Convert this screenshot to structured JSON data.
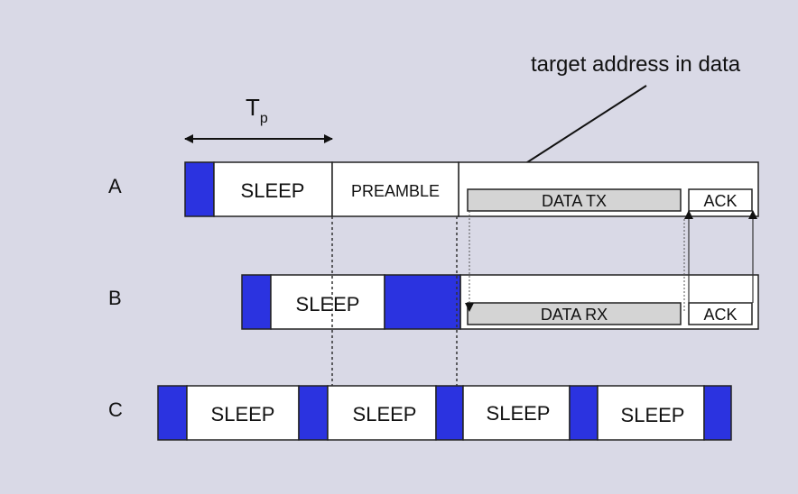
{
  "colors": {
    "background": "#d9d9e6",
    "wake": "#2b33e0",
    "box": "#ffffff",
    "data_box": "#d4d4d4",
    "stroke": "#222222"
  },
  "annotation": {
    "target_note": "target address in data"
  },
  "period": {
    "symbol": "T",
    "subscript": "p"
  },
  "rows": {
    "a": {
      "label": "A",
      "sleep": "SLEEP",
      "preamble": "PREAMBLE",
      "data": "DATA TX",
      "ack": "ACK"
    },
    "b": {
      "label": "B",
      "sleep": "SLEEP",
      "data": "DATA RX",
      "ack": "ACK"
    },
    "c": {
      "label": "C",
      "sleep_1": "SLEEP",
      "sleep_2": "SLEEP",
      "sleep_3": "SLEEP",
      "sleep_4": "SLEEP"
    }
  }
}
